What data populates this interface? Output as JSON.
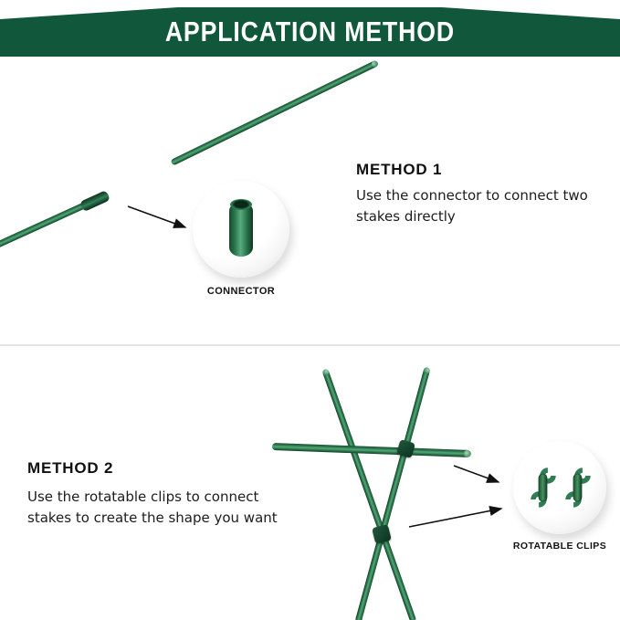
{
  "banner": {
    "title": "APPLICATION METHOD",
    "background_color": "#10573c",
    "text_color": "#ffffff"
  },
  "sections": {
    "method1": {
      "heading": "METHOD 1",
      "description": "Use the connector to connect two stakes directly",
      "callout_label": "CONNECTOR"
    },
    "method2": {
      "heading": "METHOD 2",
      "description": "Use the rotatable clips to connect stakes to create the shape you want",
      "callout_label": "ROTATABLE CLIPS"
    }
  },
  "icons": {
    "connector": "green-connector-tube",
    "rotatable_clips": "two-green-rotatable-clips",
    "stakes": "green-garden-stakes",
    "arrows": "black-pointer-arrows"
  },
  "colors": {
    "stake_green": "#2e7d4e",
    "banner_green": "#10573c",
    "divider_gray": "#e4e4e4"
  }
}
